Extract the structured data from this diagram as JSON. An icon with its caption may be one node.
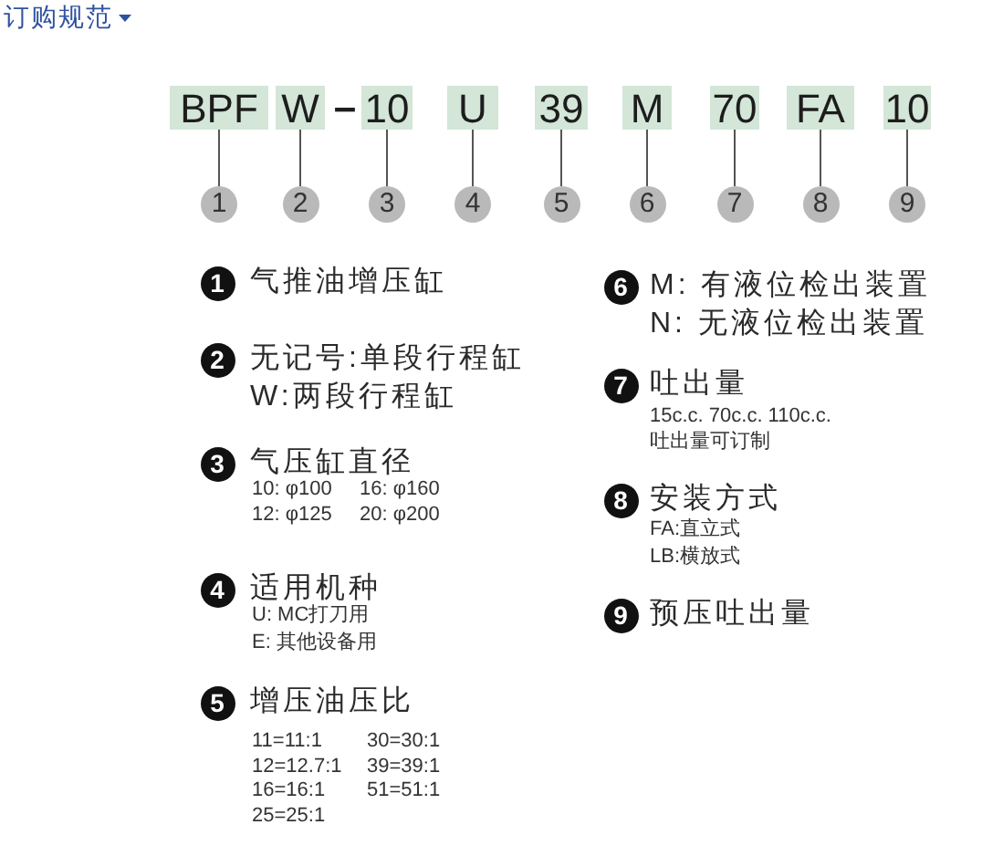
{
  "diagram": {
    "title": "订购规范",
    "nodes": [
      {
        "text": [
          "BPF"
        ]
      },
      {
        "text": [
          "W"
        ]
      },
      {
        "text": [
          "10"
        ]
      },
      {
        "text": [
          "U"
        ]
      },
      {
        "text": [
          "39"
        ]
      },
      {
        "text": [
          "M"
        ]
      },
      {
        "text": [
          "70"
        ]
      },
      {
        "text": [
          "FA"
        ]
      },
      {
        "text": [
          "10"
        ]
      },
      {
        "text": [
          "1"
        ]
      },
      {
        "text": [
          "2"
        ]
      },
      {
        "text": [
          "3"
        ]
      },
      {
        "text": [
          "4"
        ]
      },
      {
        "text": [
          "5"
        ]
      },
      {
        "text": [
          "6"
        ]
      },
      {
        "text": [
          "7"
        ]
      },
      {
        "text": [
          "8"
        ]
      },
      {
        "text": [
          "9"
        ]
      },
      {
        "text": [
          "1"
        ],
        "beside": [
          "气推油增压缸"
        ]
      },
      {
        "text": [
          "2"
        ],
        "beside": [
          "无记号:单段行程缸",
          "W:两段行程缸"
        ]
      },
      {
        "text": [
          "3"
        ],
        "beside": [
          "气压缸直径",
          "10: φ100",
          "16: φ160",
          "12: φ125",
          "20: φ200"
        ]
      },
      {
        "text": [
          "4"
        ],
        "beside": [
          "适用机种",
          "U: MC打刀用",
          "E: 其他设备用"
        ]
      },
      {
        "text": [
          "5"
        ],
        "beside": [
          "增压油压比",
          "11=11:1",
          "30=30:1",
          "12=12.7:1",
          "39=39:1",
          "16=16:1",
          "51=51:1",
          "25=25:1"
        ]
      },
      {
        "text": [
          "6"
        ],
        "beside": [
          "M: 有液位检出装置",
          "N: 无液位检出装置"
        ]
      },
      {
        "text": [
          "7"
        ],
        "beside": [
          "吐出量",
          "15c.c. 70c.c. 110c.c.",
          "吐出量可订制"
        ]
      },
      {
        "text": [
          "8"
        ],
        "beside": [
          "安装方式",
          "FA:直立式",
          "LB:横放式"
        ]
      },
      {
        "text": [
          "9"
        ],
        "beside": [
          "预压吐出量"
        ]
      }
    ],
    "edges": [
      {
        "from": 0,
        "to": 9,
        "arrow": "none"
      },
      {
        "from": 1,
        "to": 10,
        "arrow": "none"
      },
      {
        "from": 2,
        "to": 11,
        "arrow": "none"
      },
      {
        "from": 3,
        "to": 12,
        "arrow": "none"
      },
      {
        "from": 4,
        "to": 13,
        "arrow": "none"
      },
      {
        "from": 5,
        "to": 14,
        "arrow": "none"
      },
      {
        "from": 6,
        "to": 15,
        "arrow": "none"
      },
      {
        "from": 7,
        "to": 16,
        "arrow": "none"
      },
      {
        "from": 8,
        "to": 17,
        "arrow": "none"
      }
    ],
    "labels": [
      "–"
    ]
  }
}
